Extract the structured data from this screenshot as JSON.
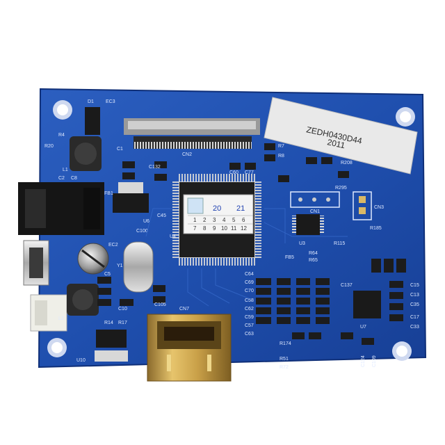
{
  "board": {
    "sticker_lines": [
      "ZEDH0430D44",
      "2011"
    ],
    "chip_sticker": {
      "top": [
        "20",
        "21"
      ],
      "row1": [
        "1",
        "2",
        "3",
        "4",
        "5",
        "6"
      ],
      "row2": [
        "7",
        "8",
        "9",
        "10",
        "11",
        "12"
      ]
    },
    "silkscreen": {
      "cn2": "CN2",
      "cn7": "CN7",
      "cn1": "CN1",
      "cn3": "CN3",
      "u3": "U3",
      "u4": "U4",
      "u6": "U6",
      "u7": "U7",
      "u10": "U10",
      "d1": "D1",
      "ec3": "EC3",
      "ec2": "EC2",
      "r4": "R4",
      "r20": "R20",
      "c1": "C1",
      "c2": "C2",
      "c8": "C8",
      "l1": "L1",
      "l2": "L2",
      "fb1": "FB1",
      "c132": "C132",
      "c100": "C100",
      "c60": "C60",
      "c77": "C77",
      "r7": "R7",
      "r8": "R8",
      "r295": "R295",
      "r208": "R208",
      "r185": "R185",
      "r64": "R64",
      "r65": "R65",
      "r115": "R115",
      "fb5": "FB5",
      "c64": "C64",
      "c69": "C69",
      "c70": "C70",
      "c58": "C58",
      "c62": "C62",
      "c59": "C59",
      "c57": "C57",
      "c63": "C63",
      "c15": "C15",
      "c13": "C13",
      "c35": "C35",
      "c17": "C17",
      "c33": "C33",
      "c137": "C137",
      "r174": "R174",
      "r72": "R72",
      "r51": "R51",
      "c124": "C124",
      "c109": "C109",
      "y1": "Y1",
      "c5": "C5",
      "c10": "C10",
      "r14": "R14",
      "r17": "R17",
      "c105": "C105",
      "c45": "C45"
    }
  }
}
